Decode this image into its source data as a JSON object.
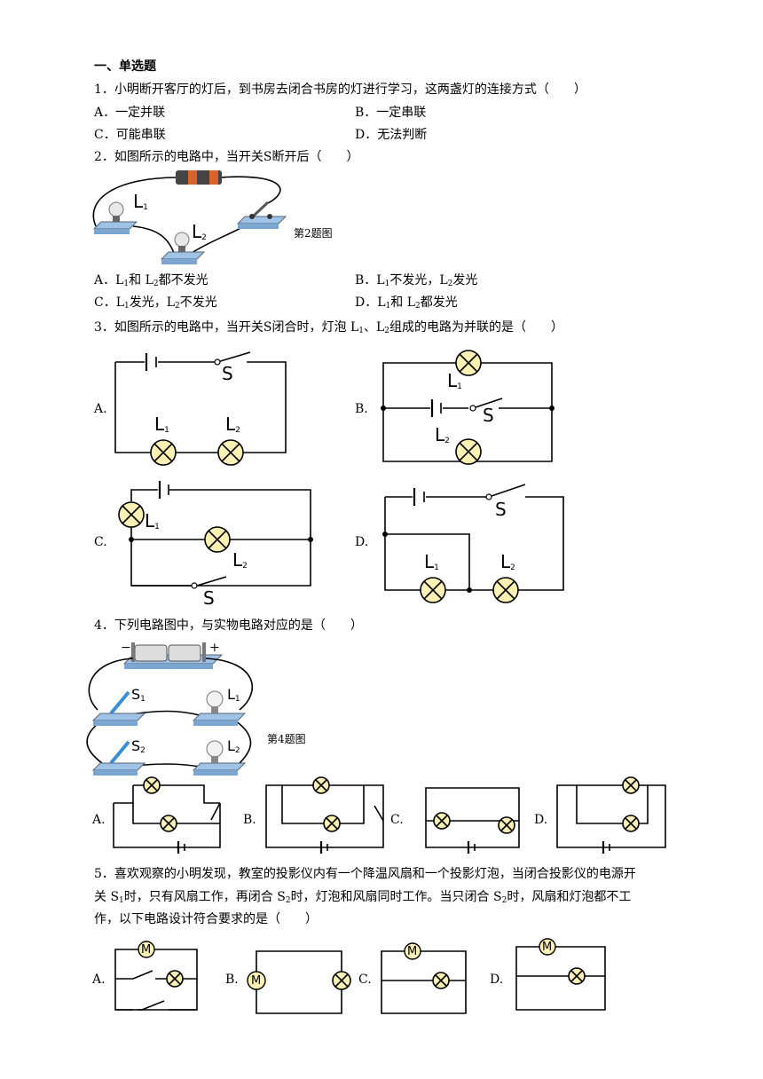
{
  "section_title": "一、单选题",
  "q1": {
    "stem": "1．小明断开客厅的灯后，到书房去闭合书房的灯进行学习，这两盏灯的连接方式（　　）",
    "options": [
      "A．一定并联",
      "B．一定串联",
      "C．可能串联",
      "D．无法判断"
    ]
  },
  "q2": {
    "stem": "2．如图所示的电路中，当开关S断开后（　　）",
    "figure_caption": "第2题图",
    "options": [
      {
        "letter": "A．",
        "parts": [
          "L",
          "1",
          "和 L",
          "2",
          "都不发光"
        ]
      },
      {
        "letter": "B．",
        "parts": [
          "L",
          "1",
          "不发光，L",
          "2",
          "发光"
        ]
      },
      {
        "letter": "C．",
        "parts": [
          "L",
          "1",
          "发光，L",
          "2",
          "不发光"
        ]
      },
      {
        "letter": "D．",
        "parts": [
          "L",
          "1",
          "和 L",
          "2",
          "都发光"
        ]
      }
    ]
  },
  "q3": {
    "stem_before": "3．如图所示的电路中，当开关S闭合时，灯泡 L",
    "stem_mid": "、L",
    "stem_after": "组成的电路为并联的是（　　）",
    "option_letters": [
      "A.",
      "B.",
      "C.",
      "D."
    ],
    "labels": {
      "lamp": "L",
      "one": "1",
      "two": "2",
      "switch": "S"
    }
  },
  "q4": {
    "stem": "4．下列电路图中，与实物电路对应的是（　　）",
    "figure_caption": "第4题图",
    "option_letters": [
      "A.",
      "B.",
      "C.",
      "D."
    ],
    "terminal_minus": "−",
    "terminal_plus": "+"
  },
  "q5": {
    "line1": "5．喜欢观察的小明发现，教室的投影仪内有一个降温风扇和一个投影灯泡，当闭合投影仪的电源开",
    "line2_parts": [
      "关 S",
      "1",
      "时，只有风扇工作，再闭合 S",
      "2",
      "时，灯泡和风扇同时工作。当只闭合 S",
      "2",
      "时，风扇和灯泡都不工"
    ],
    "line3": "作，以下电路设计符合要求的是（　　）",
    "option_letters": [
      "A.",
      "B.",
      "C.",
      "D."
    ],
    "motor_label": "M"
  }
}
